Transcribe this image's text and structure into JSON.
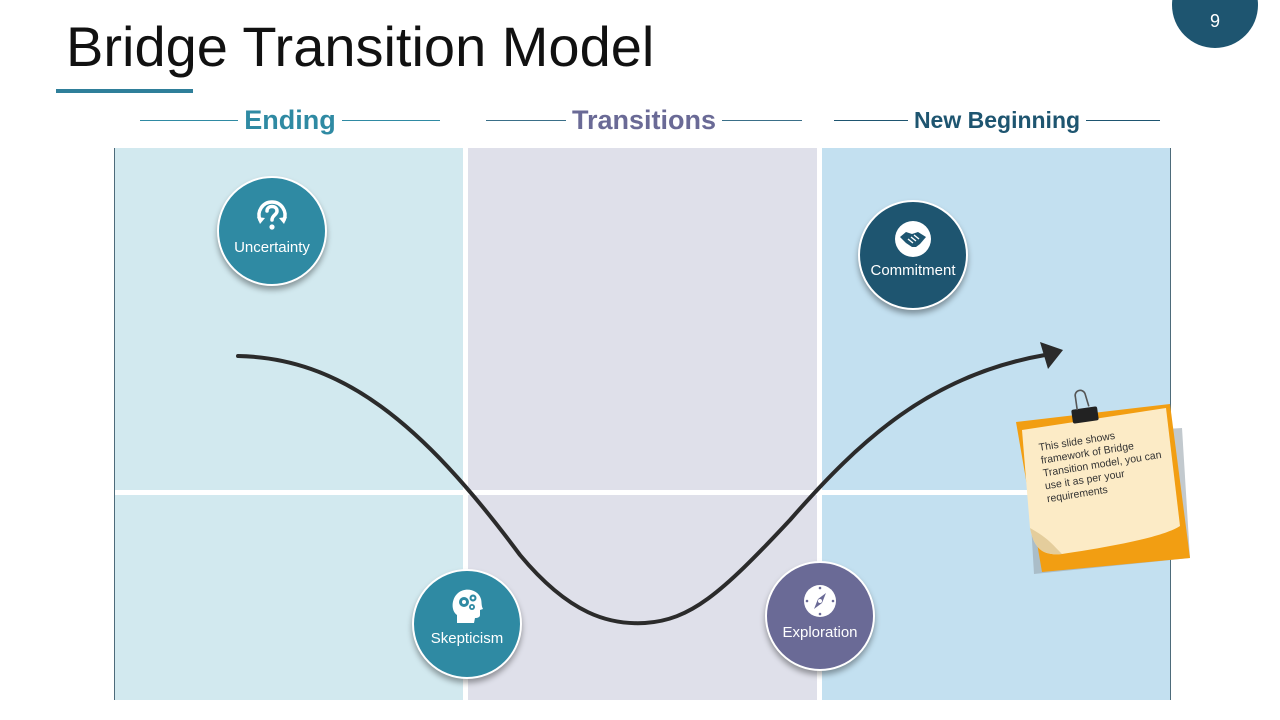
{
  "slide": {
    "title": "Bridge Transition Model",
    "page_number": "9"
  },
  "columns": {
    "ending": "Ending",
    "transitions": "Transitions",
    "new_beginning": "New Beginning"
  },
  "nodes": {
    "uncertainty": {
      "label": "Uncertainty",
      "icon": "question-refresh-icon",
      "color": "#2f8aa3"
    },
    "skepticism": {
      "label": "Skepticism",
      "icon": "head-gears-icon",
      "color": "#2f8aa3"
    },
    "exploration": {
      "label": "Exploration",
      "icon": "compass-icon",
      "color": "#6a6a96"
    },
    "commitment": {
      "label": "Commitment",
      "icon": "handshake-icon",
      "color": "#1e5570"
    }
  },
  "note": {
    "text": "This slide shows framework of Bridge Transition model, you can use it as per your requirements"
  },
  "colors": {
    "ending_panel": "#d2e9ef",
    "transitions_panel": "#dfe0ea",
    "new_beginning_panel": "#c3e0f0",
    "curve": "#2b2b2b",
    "note_paper": "#fcebc6",
    "note_backing": "#f29e12"
  }
}
